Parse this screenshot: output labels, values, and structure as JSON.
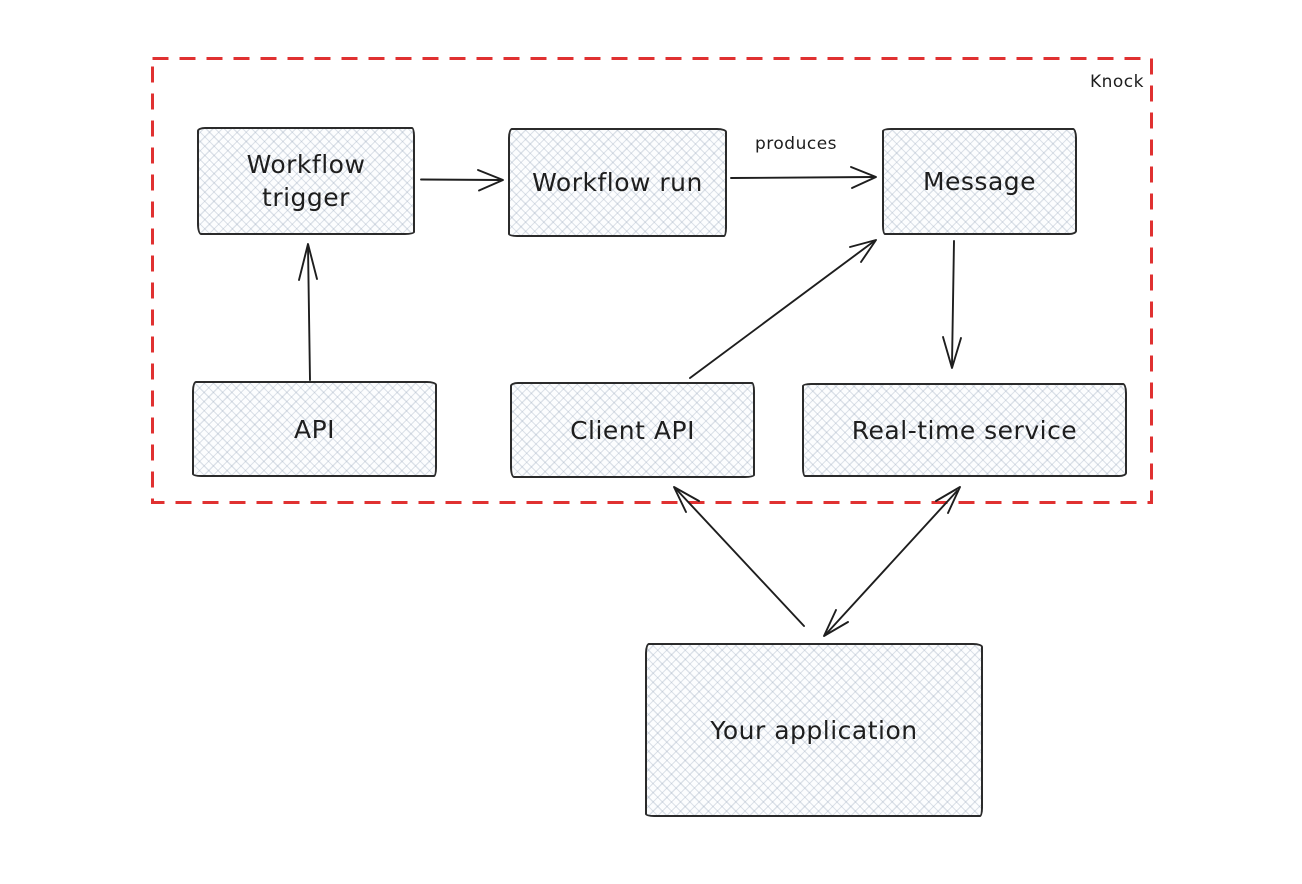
{
  "diagram": {
    "boundary_label": "Knock",
    "nodes": [
      {
        "id": "workflow-trigger",
        "label": "Workflow trigger"
      },
      {
        "id": "workflow-run",
        "label": "Workflow run"
      },
      {
        "id": "message",
        "label": "Message"
      },
      {
        "id": "api",
        "label": "API"
      },
      {
        "id": "client-api",
        "label": "Client API"
      },
      {
        "id": "real-time-service",
        "label": "Real-time service"
      },
      {
        "id": "your-application",
        "label": "Your application"
      }
    ],
    "edges": [
      {
        "from": "Workflow trigger",
        "to": "Workflow run",
        "label": "",
        "bidirectional": false
      },
      {
        "from": "Workflow run",
        "to": "Message",
        "label": "produces",
        "bidirectional": false
      },
      {
        "from": "API",
        "to": "Workflow trigger",
        "label": "",
        "bidirectional": false
      },
      {
        "from": "Client API",
        "to": "Message",
        "label": "",
        "bidirectional": false
      },
      {
        "from": "Message",
        "to": "Real-time service",
        "label": "",
        "bidirectional": false
      },
      {
        "from": "Your application",
        "to": "Client API",
        "label": "",
        "bidirectional": false
      },
      {
        "from": "Real-time service",
        "to": "Your application",
        "label": "",
        "bidirectional": true
      }
    ],
    "colors": {
      "boundary": "#e03131",
      "stroke": "#1e1e1e",
      "node_border": "#2b2b2b",
      "node_fill": "#fcfdfe"
    }
  }
}
